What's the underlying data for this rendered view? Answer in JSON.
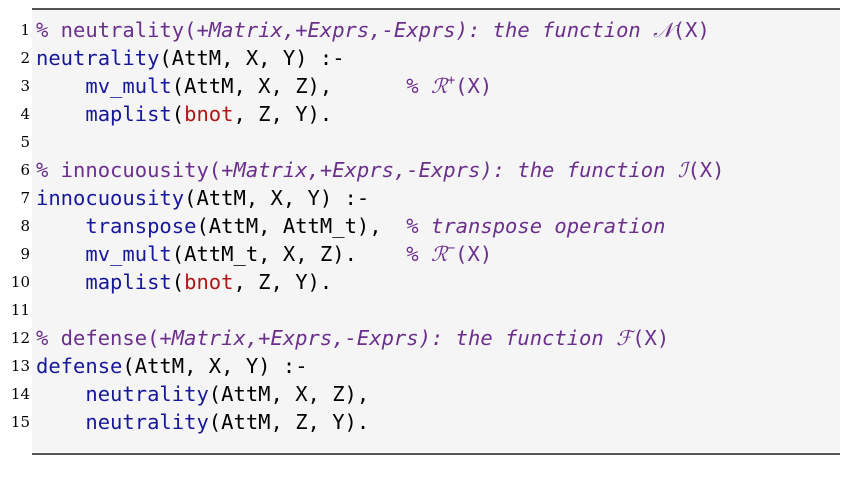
{
  "listing": {
    "lines": [
      {
        "num": "1"
      },
      {
        "num": "2"
      },
      {
        "num": "3"
      },
      {
        "num": "4"
      },
      {
        "num": "5"
      },
      {
        "num": "6"
      },
      {
        "num": "7"
      },
      {
        "num": "8"
      },
      {
        "num": "9"
      },
      {
        "num": "10"
      },
      {
        "num": "11"
      },
      {
        "num": "12"
      },
      {
        "num": "13"
      },
      {
        "num": "14"
      },
      {
        "num": "15"
      }
    ],
    "l1": {
      "comment_start": "% neutrality(",
      "args": "+Matrix,+Exprs,-Exprs",
      "close": "): the function ",
      "sym": "𝒩",
      "paren": "(X)"
    },
    "l2": {
      "head": "neutrality",
      "args": "(AttM, X, Y) :-"
    },
    "l3": {
      "call": "mv_mult",
      "args": "(AttM, X, Z),",
      "comment_start": "% ",
      "sym": "ℛ",
      "sup": "+",
      "paren": "(X)"
    },
    "l4": {
      "call": "maplist",
      "open": "(",
      "builtin": "bnot",
      "rest": ", Z, Y)."
    },
    "l6": {
      "comment_start": "% innocuousity(",
      "args": "+Matrix,+Exprs,-Exprs",
      "close": "): the function ",
      "sym": "ℐ",
      "paren": "(X)"
    },
    "l7": {
      "head": "innocuousity",
      "args": "(AttM, X, Y) :-"
    },
    "l8": {
      "call": "transpose",
      "args": "(AttM, AttM_t),",
      "comment": "% transpose operation"
    },
    "l9": {
      "call": "mv_mult",
      "args": "(AttM_t, X, Z).",
      "comment_start": "% ",
      "sym": "ℛ",
      "sup": "−",
      "paren": "(X)"
    },
    "l10": {
      "call": "maplist",
      "open": "(",
      "builtin": "bnot",
      "rest": ", Z, Y)."
    },
    "l12": {
      "comment_start": "% defense(",
      "args": "+Matrix,+Exprs,-Exprs",
      "close": "): the function ",
      "sym": "ℱ",
      "paren": "(X)"
    },
    "l13": {
      "head": "defense",
      "args": "(AttM, X, Y) :-"
    },
    "l14": {
      "call": "neutrality",
      "args": "(AttM, X, Z),"
    },
    "l15": {
      "call": "neutrality",
      "args": "(AttM, Z, Y)."
    }
  }
}
